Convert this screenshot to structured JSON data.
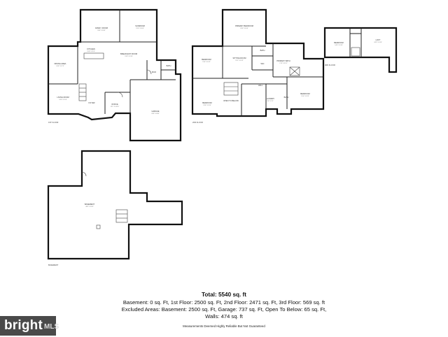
{
  "floor_labels": {
    "first": "1ST FLOOR",
    "second": "2ND FLOOR",
    "third": "3RD FLOOR",
    "basement": "BASEMENT"
  },
  "rooms_first": {
    "family_room": "FAMILY ROOM",
    "family_room_dim": "18'0\" X 18'0\"",
    "sunroom": "SUNROOM",
    "sunroom_dim": "15'0\" X 16'0\"",
    "kitchen": "KITCHEN",
    "kitchen_dim": "15'8\" X 21'4\"",
    "breakfast_room": "BREAKFAST ROOM",
    "breakfast_room_dim": "15'8\" X 13'0\"",
    "dining_area": "DINING AREA",
    "dining_area_dim": "14'0\" X 17'5\"",
    "living_room": "LIVING ROOM",
    "living_room_dim": "14'0\" X 15'4\"",
    "foyer": "FOYER",
    "office": "OFFICE",
    "office_dim": "12'1\" X 10'10\"",
    "mudroom": "MUD",
    "bath": "BATH",
    "garage": "GARAGE",
    "garage_dim": "24'0\" X 30'0\""
  },
  "rooms_second": {
    "primary_bedroom": "PRIMARY BEDROOM",
    "primary_bedroom_dim": "20'4\" X 16'4\"",
    "bedroom_1": "BEDROOM",
    "bedroom_1_dim": "15'6\" X 14'2\"",
    "sitting_room": "SITTING ROOM",
    "sitting_room_dim": "15'1\" X 13'2\"",
    "primary_bath": "PRIMARY BATH",
    "primary_bath_dim": "17'0\" X 11'3\"",
    "bath_a": "BATH",
    "wic": "WIC",
    "bedroom_2": "BEDROOM",
    "bedroom_2_dim": "13'4\" X 13'0\"",
    "open_to_below": "OPEN TO BELOW",
    "laundry": "LAUNDRY",
    "laundry_dim": "9'0\" X 7'6\"",
    "bedroom_3": "BEDROOM",
    "bedroom_3_dim": "15'4\" X 13'5\"",
    "hall": "HALL",
    "bath_b": "BATH"
  },
  "rooms_third": {
    "bedroom": "BEDROOM",
    "bedroom_dim": "14'4\" X 13'4\"",
    "loft": "LOFT",
    "loft_dim": "24'3\" X 13'0\""
  },
  "rooms_basement": {
    "basement": "BASEMENT",
    "basement_dim": "48'2\" X 52'4\""
  },
  "summary": {
    "total": "Total: 5540 sq. ft",
    "line1": "Basement: 0 sq. Ft, 1st Floor: 2500 sq. Ft, 2nd Floor: 2471 sq. Ft, 3rd Floor: 569 sq. ft",
    "line2": "Excluded Areas: Basement: 2500 sq. Ft, Garage: 737 sq. Ft, Open To Below: 65 sq. Ft,",
    "line3": "Walls: 474 sq. ft",
    "note": "Measurements Deemed Highly Reliable But Not Guaranteed"
  },
  "brand": {
    "word": "bright",
    "suffix": "MLS"
  }
}
